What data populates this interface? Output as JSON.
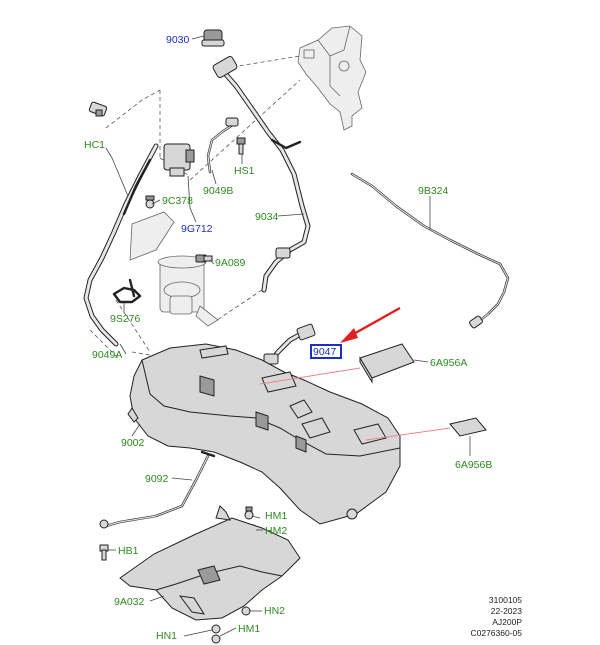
{
  "colors": {
    "label_green": "#2e8b1e",
    "label_blue": "#1a2fc8",
    "highlight_box": "#1a2fc8",
    "arrow_red": "#e02020",
    "guide_pink": "#f08080"
  },
  "labels": {
    "9030": "9030",
    "HC1": "HC1",
    "9C378": "9C378",
    "9G712": "9G712",
    "9049B": "9049B",
    "HS1": "HS1",
    "9034": "9034",
    "9B324": "9B324",
    "9A089": "9A089",
    "9S276": "9S276",
    "9049A": "9049A",
    "9047": "9047",
    "6A956A": "6A956A",
    "9002": "9002",
    "6A956B": "6A956B",
    "9092": "9092",
    "HM1_top": "HM1",
    "HM2": "HM2",
    "HB1": "HB1",
    "9A032": "9A032",
    "HN2": "HN2",
    "HN1": "HN1",
    "HM1_bottom": "HM1"
  },
  "meta": {
    "line1": "3100105",
    "line2": "22-2023",
    "line3": "AJ200P",
    "line4": "C0276360-05"
  }
}
